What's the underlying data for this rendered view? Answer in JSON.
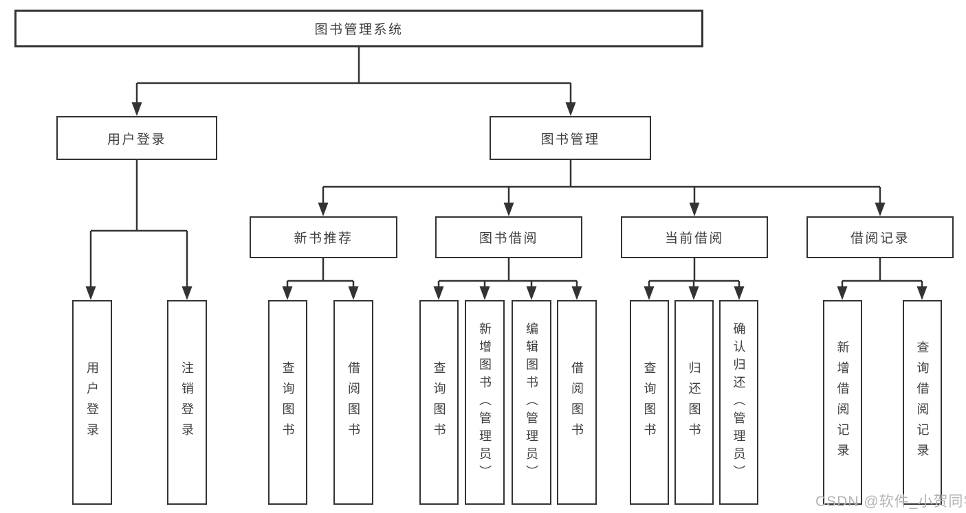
{
  "tree": {
    "root": {
      "label": "图书管理系统",
      "children": [
        {
          "label": "用户登录",
          "children": [
            {
              "label": "用户登录"
            },
            {
              "label": "注销登录"
            }
          ]
        },
        {
          "label": "图书管理",
          "children": [
            {
              "label": "新书推荐",
              "children": [
                {
                  "label": "查询图书"
                },
                {
                  "label": "借阅图书"
                }
              ]
            },
            {
              "label": "图书借阅",
              "children": [
                {
                  "label": "查询图书"
                },
                {
                  "label": "新增图书（管理员）"
                },
                {
                  "label": "编辑图书（管理员）"
                },
                {
                  "label": "借阅图书"
                }
              ]
            },
            {
              "label": "当前借阅",
              "children": [
                {
                  "label": "查询图书"
                },
                {
                  "label": "归还图书"
                },
                {
                  "label": "确认归还（管理员）"
                }
              ]
            },
            {
              "label": "借阅记录",
              "children": [
                {
                  "label": "新增借阅记录"
                },
                {
                  "label": "查询借阅记录"
                }
              ]
            }
          ]
        }
      ]
    }
  },
  "watermark": {
    "text": "CSDN @软件_小贺同学"
  },
  "colors": {
    "line": "#333333",
    "text": "#3f3f3f",
    "watermark": "#b3b3b3",
    "background": "#ffffff"
  }
}
